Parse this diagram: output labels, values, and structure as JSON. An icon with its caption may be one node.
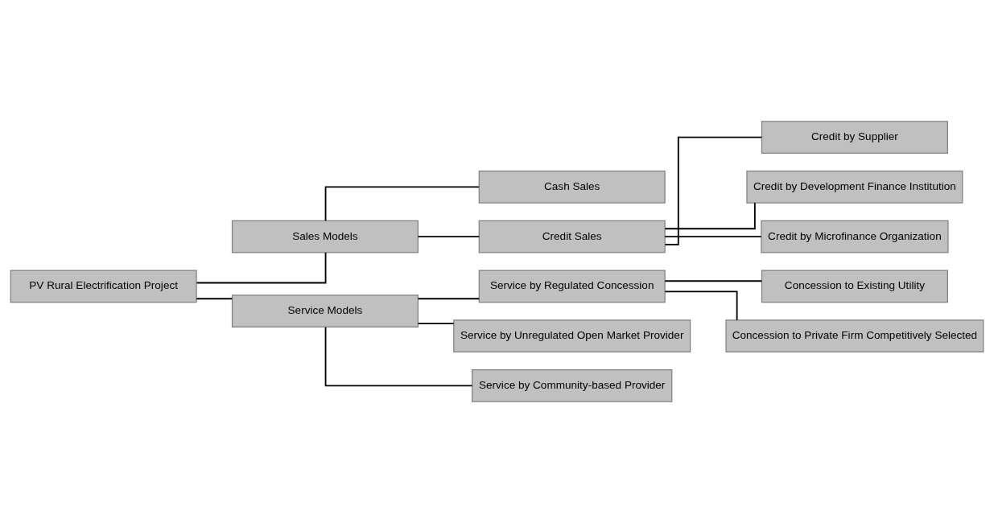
{
  "diagram": {
    "nodes": [
      {
        "text": [
          "PV Rural Electrification Project"
        ]
      },
      {
        "text": [
          "Sales Models"
        ]
      },
      {
        "text": [
          "Service Models"
        ]
      },
      {
        "text": [
          "Cash Sales"
        ]
      },
      {
        "text": [
          "Credit Sales"
        ]
      },
      {
        "text": [
          "Credit by Supplier"
        ]
      },
      {
        "text": [
          "Credit by Development Finance Institution"
        ]
      },
      {
        "text": [
          "Credit by Microfinance Organization"
        ]
      },
      {
        "text": [
          "Service by Regulated Concession"
        ]
      },
      {
        "text": [
          "Concession to Existing Utility"
        ]
      },
      {
        "text": [
          "Concession to Private Firm Competitively Selected"
        ]
      },
      {
        "text": [
          "Service by Unregulated Open Market Provider"
        ]
      },
      {
        "text": [
          "Service by Community-based Provider"
        ]
      }
    ],
    "edges": [
      {
        "from": 0,
        "to": 1,
        "arrow": "none"
      },
      {
        "from": 0,
        "to": 2,
        "arrow": "none"
      },
      {
        "from": 1,
        "to": 3,
        "arrow": "none"
      },
      {
        "from": 1,
        "to": 4,
        "arrow": "none"
      },
      {
        "from": 4,
        "to": 5,
        "arrow": "none"
      },
      {
        "from": 4,
        "to": 6,
        "arrow": "none"
      },
      {
        "from": 4,
        "to": 7,
        "arrow": "none"
      },
      {
        "from": 2,
        "to": 8,
        "arrow": "none"
      },
      {
        "from": 8,
        "to": 9,
        "arrow": "none"
      },
      {
        "from": 8,
        "to": 10,
        "arrow": "none"
      },
      {
        "from": 2,
        "to": 11,
        "arrow": "none"
      },
      {
        "from": 2,
        "to": 12,
        "arrow": "none"
      }
    ]
  }
}
